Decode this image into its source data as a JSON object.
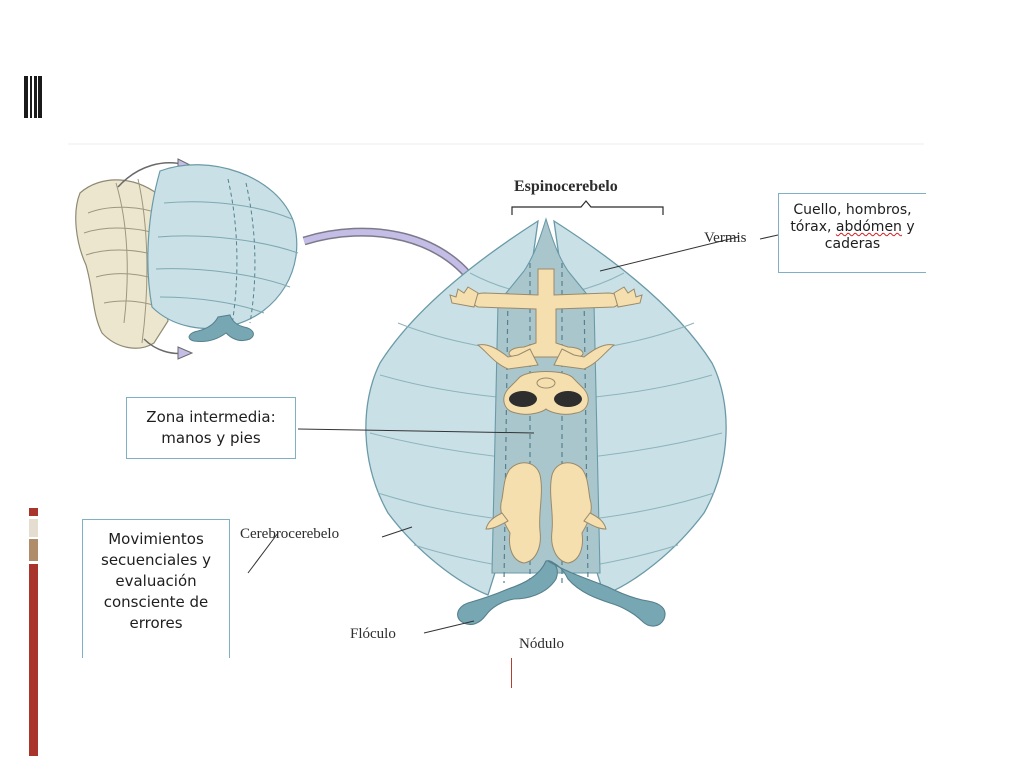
{
  "theme": {
    "lobe_fill": "#c9e0e6",
    "lobe_stroke": "#6a9aa8",
    "vermis_fill": "#a9c6cd",
    "flocculus_fill": "#77a7b3",
    "homunculus_fill": "#f5dfae",
    "box_border": "#7fb1c5",
    "accent_red": "#a9342b",
    "accent_tan": "#b08d6a"
  },
  "diagram": {
    "label_espinocerebelo": "Espinocerebelo",
    "label_vermis": "Vermis",
    "label_cerebrocerebelo": "Cerebrocerebelo",
    "label_floculo": "Flóculo",
    "label_nodulo": "Nódulo"
  },
  "boxes": {
    "vermis_box": {
      "line1": "Cuello, hombros,",
      "line2_a": "tórax, ",
      "line2_b": "abdómen",
      "line2_c": " y",
      "line3": "caderas"
    },
    "intermedia_box": {
      "line1": "Zona intermedia:",
      "line2": "manos y pies"
    },
    "movimientos_box": {
      "line1": "Movimientos",
      "line2": "secuenciales y",
      "line3": "evaluación",
      "line4": "consciente de",
      "line5": "errores"
    }
  }
}
